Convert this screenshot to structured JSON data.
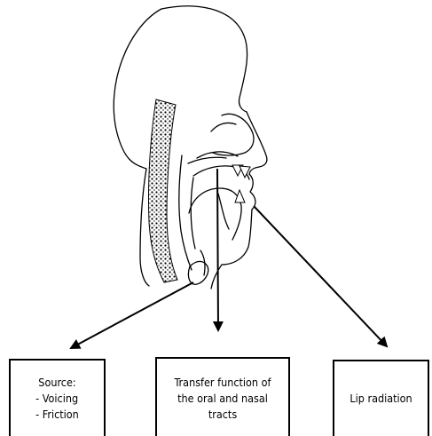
{
  "boxes": {
    "source": {
      "title": "Source:",
      "items": [
        "- Voicing",
        "- Friction"
      ]
    },
    "transfer": {
      "lines": [
        "Transfer function of",
        "the oral and nasal",
        "tracts"
      ]
    },
    "lip": {
      "label": "Lip radiation"
    }
  }
}
